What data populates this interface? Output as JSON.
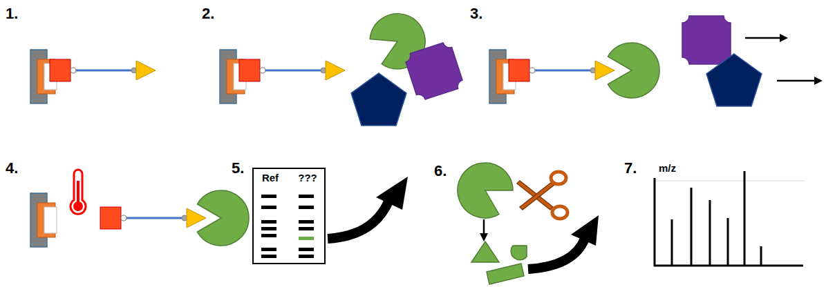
{
  "diagram": {
    "nodes": [
      {
        "text": [
          "Ref",
          "???"
        ]
      }
    ],
    "labels": [
      "1.",
      "2.",
      "3.",
      "4.",
      "5.",
      "6.",
      "7.",
      "m/z"
    ]
  }
}
